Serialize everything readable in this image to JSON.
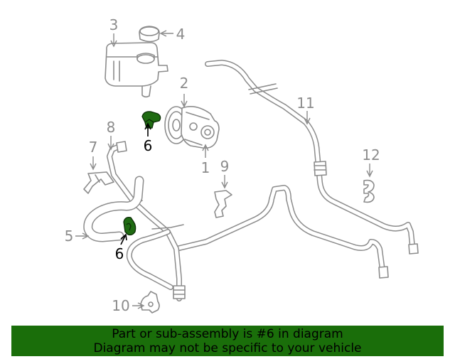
{
  "colors": {
    "line_art": "#8c8c8c",
    "highlight_fill": "#1f6b12",
    "banner_background": "#1a6e0a",
    "highlight_label": "#000000"
  },
  "callouts": {
    "pump": "1",
    "pulley": "2",
    "reservoir": "3",
    "cap": "4",
    "return_hose": "5",
    "clamp_upper": "6",
    "clamp_lower": "6",
    "bracket": "7",
    "pressure_line": "8",
    "clip": "9",
    "mount_bracket": "10",
    "return_line": "11",
    "hose_clip": "12"
  },
  "highlighted_part": "6",
  "banner": {
    "line1": "Part or sub-assembly is #6 in diagram",
    "line2": "Diagram may not be specific to your vehicle"
  }
}
